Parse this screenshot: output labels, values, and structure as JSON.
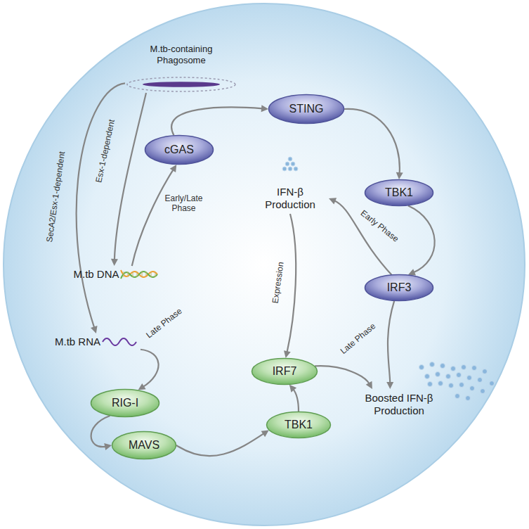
{
  "diagram": {
    "nodes": [
      {
        "text": [
          "M.tb-containing Phagosome"
        ]
      },
      {
        "text": [
          "cGAS"
        ]
      },
      {
        "text": [
          "STING"
        ]
      },
      {
        "text": [
          "TBK1"
        ]
      },
      {
        "text": [
          "IRF3"
        ]
      },
      {
        "text": [
          "M.tb DNA"
        ]
      },
      {
        "text": [
          "M.tb RNA"
        ]
      },
      {
        "text": [
          "RIG-I"
        ]
      },
      {
        "text": [
          "MAVS"
        ]
      },
      {
        "text": [
          "TBK1"
        ]
      },
      {
        "text": [
          "IRF7"
        ]
      },
      {
        "text": [
          "IFN-β Production"
        ]
      },
      {
        "text": [
          "Boosted IFN-β Production"
        ]
      }
    ],
    "edges": [
      {
        "from": 0,
        "to": 6,
        "arrow": "to",
        "label": "SecA2/Esx-1-dependent"
      },
      {
        "from": 0,
        "to": 5,
        "arrow": "to",
        "label": "Esx-1-dependent"
      },
      {
        "from": 5,
        "to": 1,
        "arrow": "to",
        "label": "Early/Late Phase"
      },
      {
        "from": 1,
        "to": 2,
        "arrow": "to"
      },
      {
        "from": 2,
        "to": 3,
        "arrow": "to"
      },
      {
        "from": 3,
        "to": 4,
        "arrow": "to"
      },
      {
        "from": 4,
        "to": 11,
        "arrow": "to",
        "label": "Early Phase"
      },
      {
        "from": 4,
        "to": 12,
        "arrow": "to",
        "label": "Late Phase"
      },
      {
        "from": 11,
        "to": 10,
        "arrow": "to",
        "label": "Expression"
      },
      {
        "from": 6,
        "to": 7,
        "arrow": "to",
        "label": "Late Phase"
      },
      {
        "from": 7,
        "to": 8,
        "arrow": "to"
      },
      {
        "from": 8,
        "to": 9,
        "arrow": "to"
      },
      {
        "from": 9,
        "to": 10,
        "arrow": "to"
      },
      {
        "from": 10,
        "to": 12,
        "arrow": "to"
      }
    ]
  }
}
